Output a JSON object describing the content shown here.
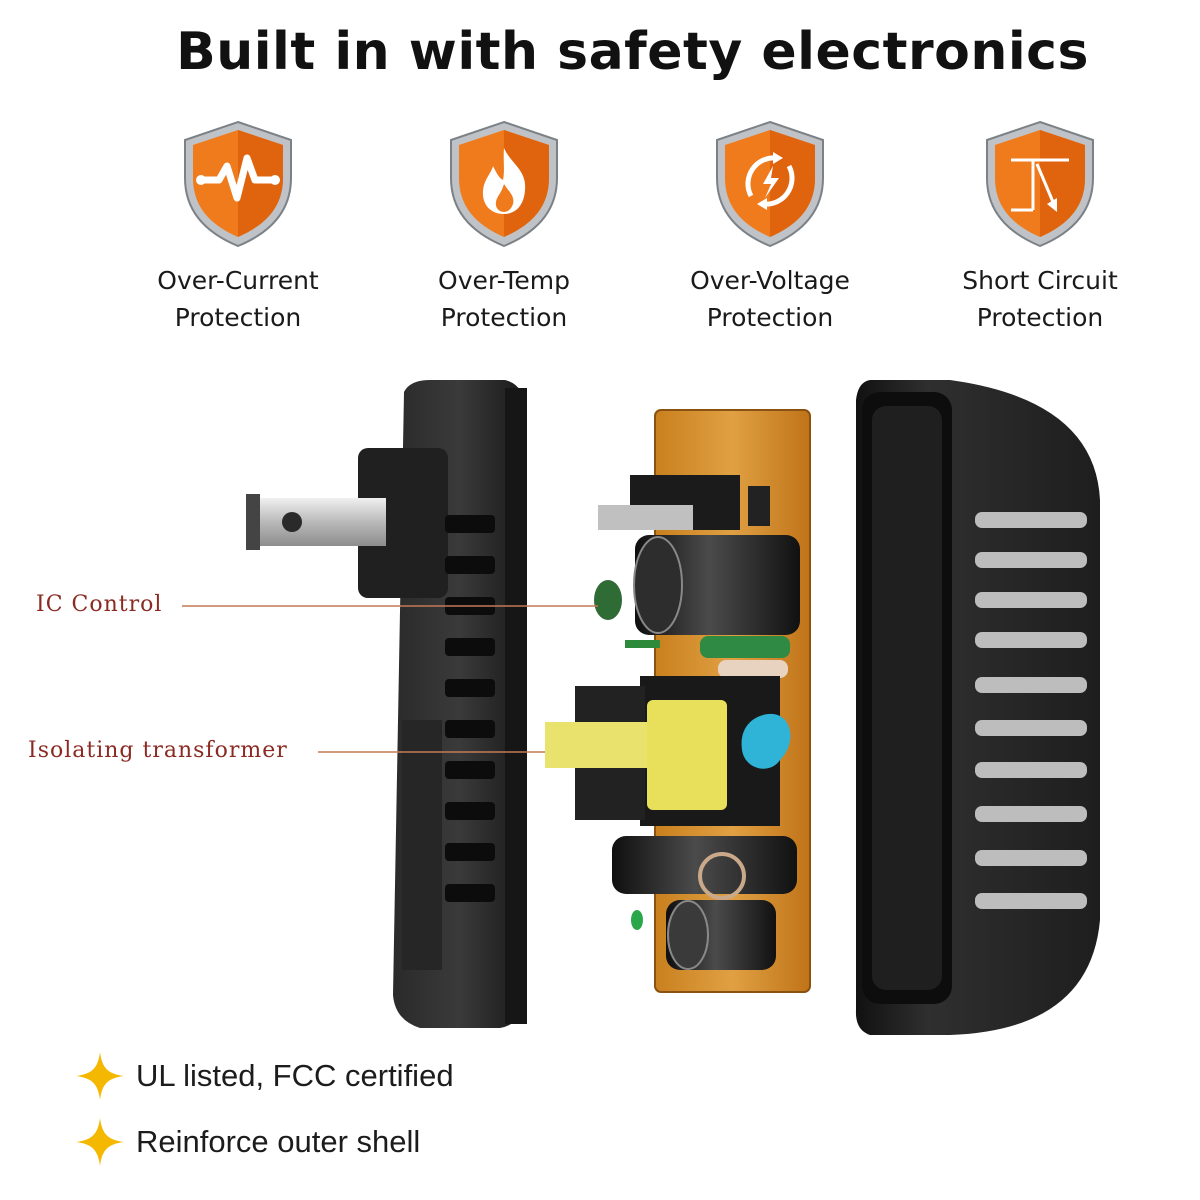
{
  "title": "Built in with safety electronics",
  "features": [
    {
      "line1": "Over-Current",
      "line2": "Protection",
      "icon": "pulse-icon"
    },
    {
      "line1": "Over-Temp",
      "line2": "Protection",
      "icon": "flame-icon"
    },
    {
      "line1": "Over-Voltage",
      "line2": "Protection",
      "icon": "refresh-bolt-icon"
    },
    {
      "line1": "Short Circuit",
      "line2": "Protection",
      "icon": "circuit-switch-icon"
    }
  ],
  "callouts": {
    "ic_control": "IC Control",
    "transformer": "Isolating transformer"
  },
  "bullets": [
    {
      "text": "UL listed, FCC certified"
    },
    {
      "text": "Reinforce outer shell"
    }
  ],
  "colors": {
    "shield_orange": "#f07b1c",
    "shield_rim": "#9aa0a6",
    "callout_text": "#8b2a23",
    "callout_line": "#c47a56",
    "star": "#f5b800"
  }
}
